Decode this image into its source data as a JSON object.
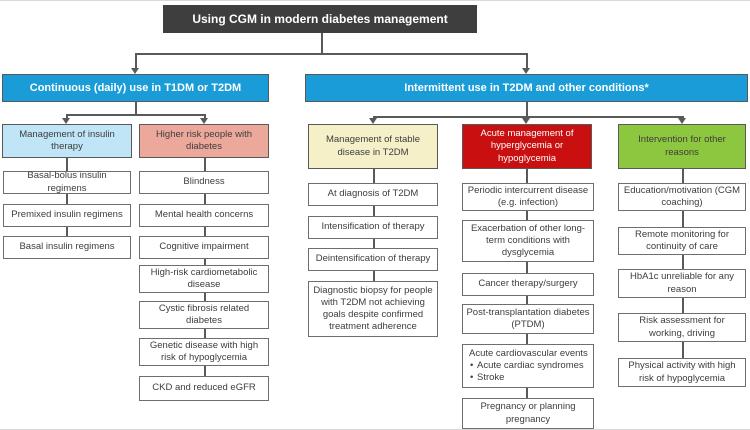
{
  "title": "Using CGM in modern diabetes management",
  "branches": [
    {
      "label": "Continuous (daily) use in T1DM or T2DM",
      "columns": [
        {
          "header": "Management of insulin therapy",
          "color": "#bfe5f7",
          "items": [
            "Basal-bolus insulin regimens",
            "Premixed insulin regimens",
            "Basal insulin regimens"
          ]
        },
        {
          "header": "Higher risk people with diabetes",
          "color": "#eba89b",
          "items": [
            "Blindness",
            "Mental health concerns",
            "Cognitive impairment",
            "High-risk cardiometabolic disease",
            "Cystic fibrosis related diabetes",
            "Genetic disease with high risk of hypoglycemia",
            "CKD and reduced eGFR"
          ]
        }
      ]
    },
    {
      "label": "Intermittent use in T2DM and other conditions*",
      "columns": [
        {
          "header": "Management of stable disease in T2DM",
          "color": "#f6f0c8",
          "items": [
            "At diagnosis of T2DM",
            "Intensification of therapy",
            "Deintensification of therapy",
            "Diagnostic biopsy for people with T2DM not achieving goals despite confirmed treatment adherence"
          ]
        },
        {
          "header": "Acute management of hyperglycemia or hypoglycemia",
          "color": "#c90f0f",
          "items": [
            "Periodic intercurrent disease (e.g. infection)",
            "Exacerbation of other long-term conditions with dysglycemia",
            "Cancer therapy/surgery",
            "Post-transplantation diabetes (PTDM)",
            {
              "title": "Acute cardiovascular events",
              "bullets": [
                "Acute cardiac syndromes",
                "Stroke"
              ]
            },
            "Pregnancy or planning pregnancy"
          ]
        },
        {
          "header": "Intervention for other reasons",
          "color": "#8dc63f",
          "items": [
            "Education/motivation (CGM coaching)",
            "Remote monitoring for continuity of care",
            "HbA1c unreliable for any reason",
            "Risk assessment for working, driving",
            "Physical activity with high risk of hypoglycemia"
          ]
        }
      ]
    }
  ],
  "colors": {
    "title_dark": "#3e3e3e",
    "header_blue": "#1a9cd8",
    "connector_gray": "#595959",
    "cat_insulin": "#bfe5f7",
    "cat_risk": "#eba89b",
    "cat_stable": "#f6f0c8",
    "cat_acute": "#c90f0f",
    "cat_intervention": "#8dc63f"
  }
}
